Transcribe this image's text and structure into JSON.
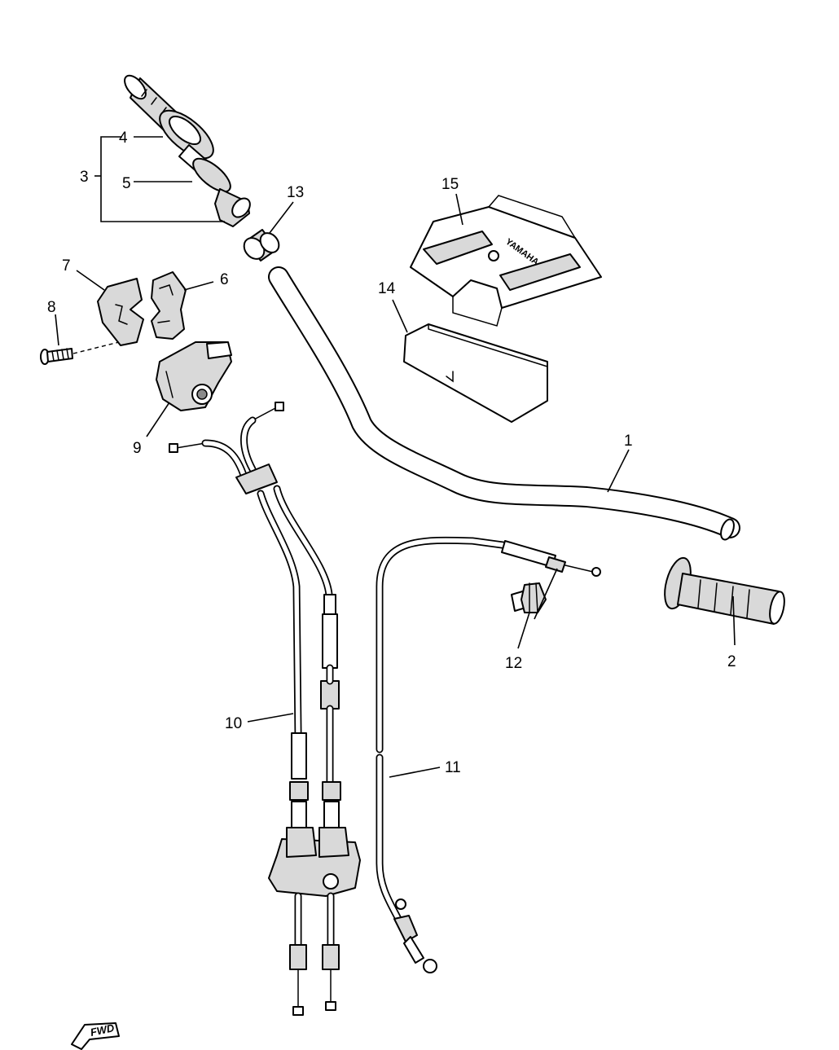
{
  "callouts": {
    "c1": "1",
    "c2": "2",
    "c3": "3",
    "c4": "4",
    "c5": "5",
    "c6": "6",
    "c7": "7",
    "c8": "8",
    "c9": "9",
    "c10": "10",
    "c11": "11",
    "c12": "12",
    "c13": "13",
    "c14": "14",
    "c15": "15"
  },
  "fwd_label": "FWD",
  "pad_brand": "YAMAHA"
}
